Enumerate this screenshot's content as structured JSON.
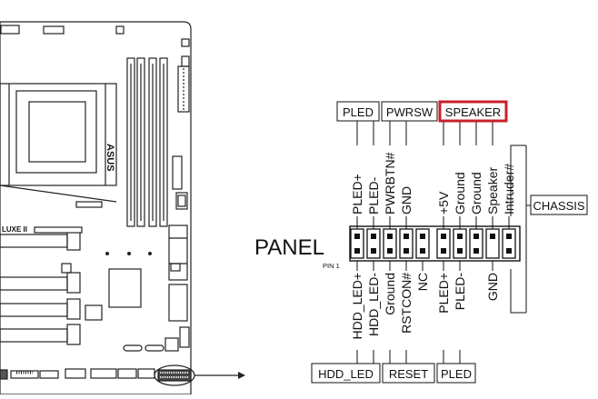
{
  "board": {
    "model": "LUXE II",
    "brand": "ASUS"
  },
  "header": {
    "name": "PANEL",
    "pin1": "PIN 1"
  },
  "top_groups": [
    "PLED",
    "PWRSW",
    "SPEAKER"
  ],
  "highlight_color": "#c8202a",
  "top_pins": [
    "PLED+",
    "PLED-",
    "PWRBTN#",
    "GND",
    "+5V",
    "Ground",
    "Ground",
    "Speaker",
    "Intruder#"
  ],
  "bottom_pins": [
    "HDD_LED+",
    "HDD_LED-",
    "Ground",
    "RSTCON#",
    "NC",
    "PLED+",
    "PLED-",
    "GND"
  ],
  "chassis_label": "CHASSIS",
  "bottom_groups": [
    "HDD_LED",
    "RESET",
    "PLED"
  ]
}
